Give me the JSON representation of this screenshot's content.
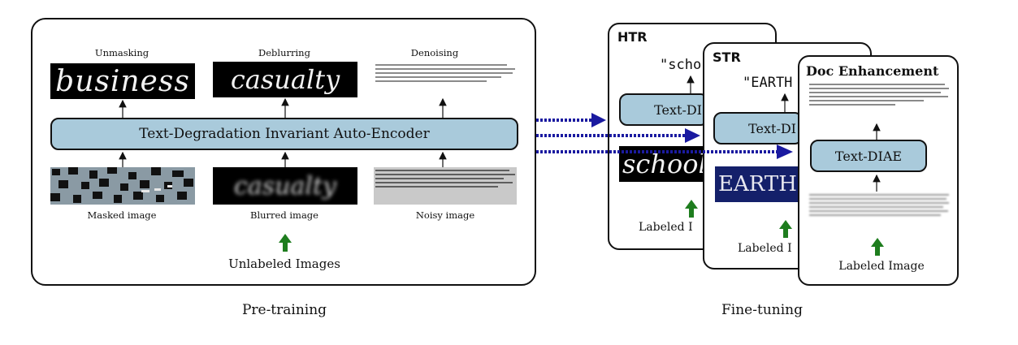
{
  "pretraining": {
    "caption": "Pre-training",
    "encoder_label": "Text-Degradation Invariant Auto-Encoder",
    "outputs": [
      {
        "task": "Unmasking",
        "word": "business"
      },
      {
        "task": "Deblurring",
        "word": "casualty"
      },
      {
        "task": "Denoising"
      }
    ],
    "inputs": [
      {
        "label": "Masked image"
      },
      {
        "label": "Blurred image",
        "word": "casualty"
      },
      {
        "label": "Noisy image"
      }
    ],
    "source_label": "Unlabeled Images"
  },
  "finetuning": {
    "caption": "Fine-tuning",
    "cards": [
      {
        "title": "HTR",
        "output": "\"scho",
        "model": "Text-DI",
        "image_word": "school",
        "source": "Labeled I"
      },
      {
        "title": "STR",
        "output": "\"EARTH",
        "model": "Text-DI",
        "image_word": "EARTH",
        "source": "Labeled I"
      },
      {
        "title": "Doc Enhancement",
        "model": "Text-DIAE",
        "source": "Labeled Image"
      }
    ]
  },
  "colors": {
    "encoder_fill": "#a9cadb",
    "connector": "#1a1aa0",
    "green_arrow": "#1e7d1e"
  }
}
